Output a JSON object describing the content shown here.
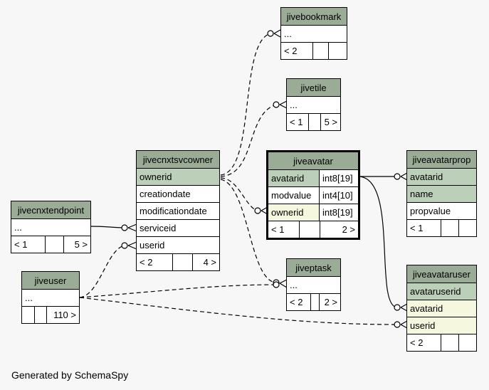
{
  "footer": "Generated by SchemaSpy",
  "tables": {
    "jivebookmark": {
      "name": "jivebookmark",
      "rows": [
        "..."
      ],
      "foot": [
        "< 2",
        "",
        ""
      ]
    },
    "jivetile": {
      "name": "jivetile",
      "rows": [
        "..."
      ],
      "foot": [
        "< 1",
        "",
        "5 >"
      ]
    },
    "jivecnxtsvcowner": {
      "name": "jivecnxtsvcowner",
      "rows": [
        "ownerid",
        "creationdate",
        "modificationdate",
        "serviceid",
        "userid"
      ],
      "foot": [
        "< 2",
        "",
        "4 >"
      ]
    },
    "jiveavatar": {
      "name": "jiveavatar",
      "rows": [
        [
          "avatarid",
          "int8[19]"
        ],
        [
          "modvalue",
          "int4[10]"
        ],
        [
          "ownerid",
          "int8[19]"
        ]
      ],
      "foot": [
        "< 1",
        "",
        "2 >"
      ]
    },
    "jiveavatarprop": {
      "name": "jiveavatarprop",
      "rows": [
        "avatarid",
        "name",
        "propvalue"
      ],
      "foot": [
        "< 1",
        "",
        ""
      ]
    },
    "jivecnxtendpoint": {
      "name": "jivecnxtendpoint",
      "rows": [
        "..."
      ],
      "foot": [
        "< 1",
        "",
        "5 >"
      ]
    },
    "jiveuser": {
      "name": "jiveuser",
      "rows": [
        "..."
      ],
      "foot": [
        "",
        "",
        "110 >"
      ]
    },
    "jiveptask": {
      "name": "jiveptask",
      "rows": [
        "..."
      ],
      "foot": [
        "< 2",
        "",
        "2 >"
      ]
    },
    "jiveavataruser": {
      "name": "jiveavataruser",
      "rows": [
        "avataruserid",
        "avatarid",
        "userid"
      ],
      "foot": [
        "< 2",
        "",
        ""
      ]
    }
  }
}
